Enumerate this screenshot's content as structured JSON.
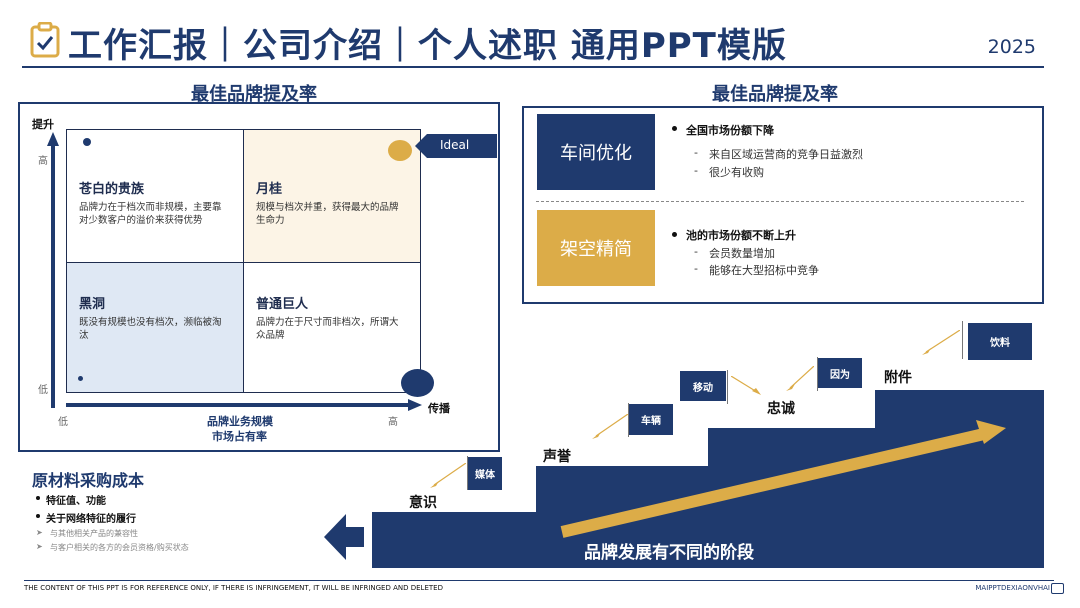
{
  "header": {
    "title": "工作汇报｜公司介绍｜个人述职 通用PPT模版",
    "year": "2025"
  },
  "left_panel": {
    "title": "最佳品牌提及率",
    "y_axis_label": "提升",
    "y_high": "高",
    "y_low": "低",
    "x_low": "低",
    "x_high": "高",
    "x_axis_end": "传播",
    "x_caption_1": "品牌业务规模",
    "x_caption_2": "市场占有率",
    "ideal_label": "Ideal",
    "quadrants": {
      "top_left": {
        "title": "苍白的贵族",
        "text": "品牌力在于档次而非规模，主要靠对少数客户的溢价来获得优势"
      },
      "top_right": {
        "title": "月桂",
        "text": "规模与档次并重，获得最大的品牌生命力"
      },
      "bottom_left": {
        "title": "黑洞",
        "text": "既没有规模也没有档次，濒临被淘汰"
      },
      "bottom_right": {
        "title": "普通巨人",
        "text": "品牌力在于尺寸而非档次，所谓大众品牌"
      }
    }
  },
  "right_panel": {
    "title": "最佳品牌提及率",
    "rows": [
      {
        "tag": "车间优化",
        "head": "全国市场份额下降",
        "items": [
          "来自区域运营商的竞争日益激烈",
          "很少有收购"
        ]
      },
      {
        "tag": "架空精简",
        "head": "池的市场份额不断上升",
        "items": [
          "会员数量增加",
          "能够在大型招标中竞争"
        ]
      }
    ]
  },
  "bottom_left": {
    "title": "原材料采购成本",
    "bullets_bold": [
      "特征值、功能",
      "关于网络特征的履行"
    ],
    "bullets_light": [
      "与其他相关产品的兼容性",
      "与客户相关的各方的会员资格/购买状态"
    ]
  },
  "steps": {
    "banner": "品牌发展有不同的阶段",
    "labels": [
      "意识",
      "声誉",
      "忠诚",
      "附件"
    ],
    "tags": [
      "媒体",
      "车辆",
      "移动",
      "因为",
      "饮料"
    ]
  },
  "footer": {
    "left": "THE CONTENT OF THIS PPT IS FOR REFERENCE ONLY, IF THERE IS INFRINGEMENT, IT WILL BE INFRINGED AND DELETED",
    "right": "MAIPPTDEXIAONVHAI"
  },
  "colors": {
    "navy": "#1f3a6e",
    "gold": "#dcac48",
    "light_yellow": "#fcf4e6",
    "light_blue": "#dfe8f4"
  }
}
